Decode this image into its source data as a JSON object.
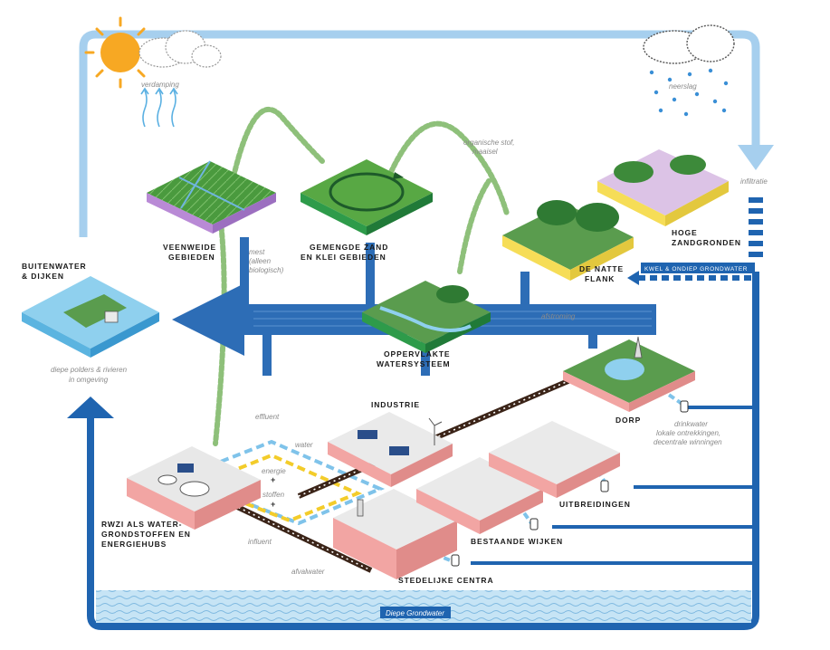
{
  "labels": {
    "veenweide": [
      "VEENWEIDE",
      "GEBIEDEN"
    ],
    "gemengde": [
      "GEMENGDE ZAND",
      "EN KLEI GEBIEDEN"
    ],
    "hoge": [
      "HOGE",
      "ZANDGRONDEN"
    ],
    "natte": [
      "DE NATTE",
      "FLANK"
    ],
    "buitenwater": [
      "BUITENWATER",
      "& DIJKEN"
    ],
    "oppervlakte": [
      "OPPERVLAKTE",
      "WATERSYSTEEM"
    ],
    "industrie": "INDUSTRIE",
    "dorp": "DORP",
    "uitbreidingen": "UITBREIDINGEN",
    "bestaande": "BESTAANDE WIJKEN",
    "stedelijke": "STEDELIJKE CENTRA",
    "rwzi": [
      "RWZI ALS WATER-",
      "GRONDSTOFFEN EN",
      "ENERGIEHUBS"
    ]
  },
  "annotations": {
    "verdamping": "verdamping",
    "neerslag": "neerslag",
    "infiltratie": "infiltratie",
    "organische": [
      "organische stof,",
      "maaisel"
    ],
    "mest": [
      "mest",
      "(alleen",
      "biologisch)"
    ],
    "afstroming": "afstroming",
    "kwel": "KWEL & ONDIEP GRONDWATER",
    "polders": [
      "diepe polders & rivieren",
      "in omgeving"
    ],
    "effluent": "effluent",
    "water": "water",
    "energie": "energie",
    "plus1": "+",
    "stoffen": "stoffen",
    "plus2": "+",
    "influent": "influent",
    "afvalwater": "afvalwater",
    "drinkwater": [
      "drinkwater",
      "lokale ontrekkingen,",
      "decentrale winningen"
    ],
    "diepe_grondwater": "Diepe Grondwater"
  },
  "colors": {
    "cycle_light_blue": "#a6cfee",
    "cycle_dark_blue": "#1f64b0",
    "surface_water": "#2d6db6",
    "sun": "#f7a823",
    "pipe_brown": "#3b2418",
    "pipe_dashed_blue": "#7fc3ea",
    "pipe_dashed_yellow": "#f3cc2a",
    "platform_pink": "#f2a5a3",
    "platform_green": "#2e9b4a",
    "platform_purple": "#b98ad6",
    "platform_yellow": "#f6dd57",
    "groundwater": "#c6e4f5"
  },
  "icons": [
    "sun-icon",
    "cloud-icon",
    "rain-cloud-icon",
    "evaporation-arrows-icon",
    "water-tower-icon",
    "wind-turbine-icon",
    "pump-icon"
  ]
}
